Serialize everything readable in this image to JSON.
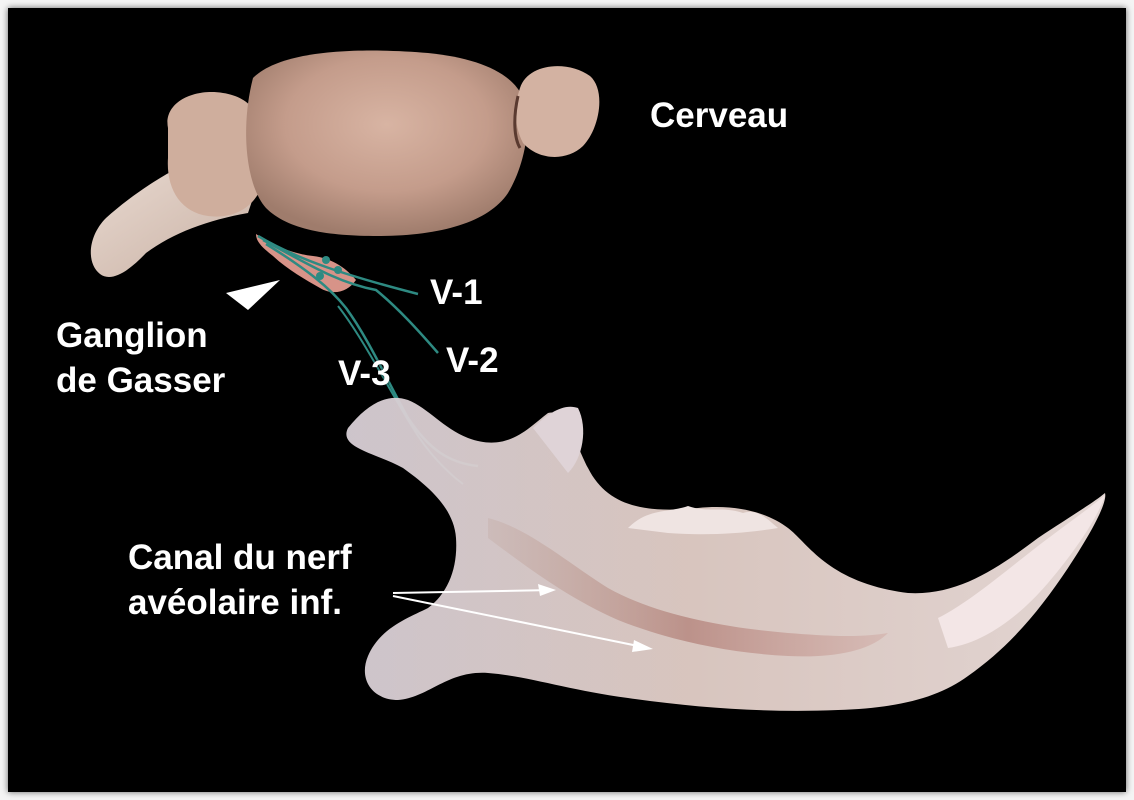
{
  "labels": {
    "cerveau": "Cerveau",
    "v1": "V-1",
    "v2": "V-2",
    "v3": "V-3",
    "ganglion_line1": "Ganglion",
    "ganglion_line2": "de Gasser",
    "canal_line1": "Canal du nerf",
    "canal_line2": "avéolaire inf."
  },
  "colors": {
    "background": "#000000",
    "frame": "#f4f4f4",
    "label_text": "#ffffff",
    "nerve": "#2e8a82",
    "ganglion": "#e29a8e",
    "brain": "#c9a392",
    "mandible": "#d9c2bf"
  }
}
